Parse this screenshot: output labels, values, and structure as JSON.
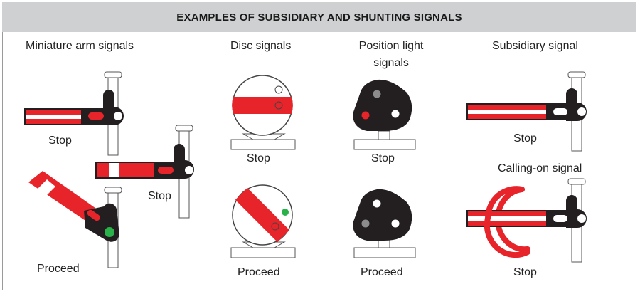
{
  "header": {
    "title": "EXAMPLES OF SUBSIDIARY AND SHUNTING SIGNALS"
  },
  "columns": {
    "miniature_arm": {
      "title": "Miniature arm signals",
      "labels": {
        "stop_1": "Stop",
        "stop_2": "Stop",
        "proceed": "Proceed"
      }
    },
    "disc": {
      "title": "Disc signals",
      "labels": {
        "stop": "Stop",
        "proceed": "Proceed"
      }
    },
    "position_light": {
      "title_line1": "Position light",
      "title_line2": "signals",
      "labels": {
        "stop": "Stop",
        "proceed": "Proceed"
      }
    },
    "subsidiary": {
      "title": "Subsidiary signal",
      "labels": {
        "stop": "Stop"
      }
    },
    "calling_on": {
      "title": "Calling-on signal",
      "labels": {
        "stop": "Stop"
      }
    }
  },
  "colors": {
    "red": "#e8242b",
    "black": "#231f20",
    "green": "#2ab24a",
    "grey": "#8c8c8c",
    "banner": "#cfd0d1"
  }
}
